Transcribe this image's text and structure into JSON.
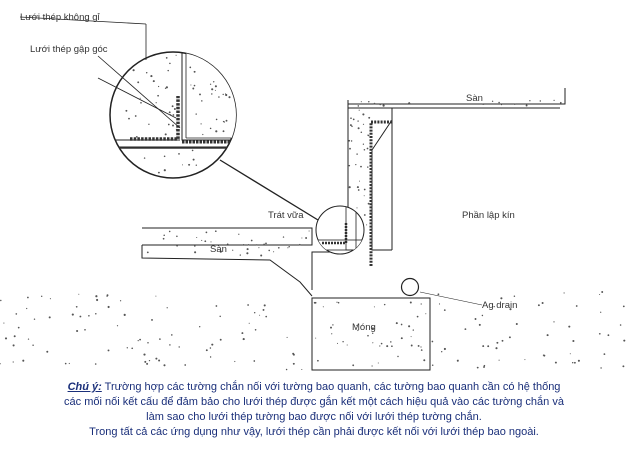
{
  "diagram": {
    "labels": {
      "stainless_mesh": "Lưới thép không gỉ",
      "corner_mesh": "Lưới thép gập góc",
      "upper_floor": "Sàn",
      "mortar": "Trát vữa",
      "lower_floor": "Sàn",
      "backfill": "Phần lập kín",
      "ag_drain": "Ag drain",
      "foundation": "Móng"
    },
    "colors": {
      "line": "#222222",
      "mesh": "#333333",
      "caption_text": "#1a2f7a"
    }
  },
  "caption": {
    "note_label": "Chú ý:",
    "line1": " Trường hợp các tường chắn nối với tường bao quanh, các tường bao quanh cần có hệ thống",
    "line2": "các mối nối kết cấu để đảm bảo cho lưới thép được gắn kết một cách hiệu quả vào các tường chắn và",
    "line3": "làm sao cho lưới thép tường bao được nối với lưới thép tường chắn.",
    "line4": "Trong tất cả các ứng dụng như vậy, lưới thép cần phải được kết nối với lưới thép bao ngoài."
  }
}
